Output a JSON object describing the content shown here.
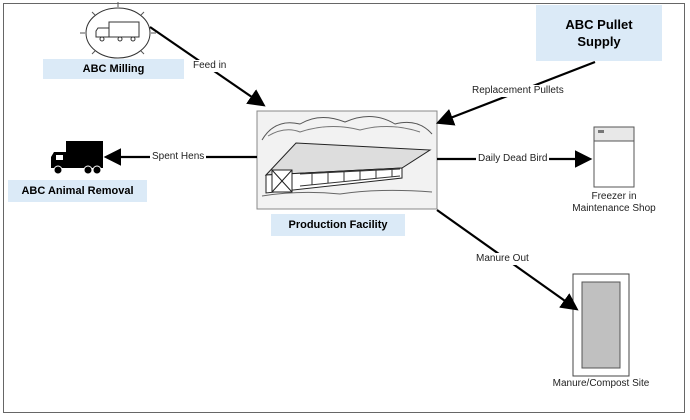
{
  "nodes": {
    "milling": "ABC Milling",
    "pullet_supply": "ABC Pullet Supply",
    "animal_removal": "ABC Animal Removal",
    "production": "Production Facility",
    "freezer": "Freezer in Maintenance Shop",
    "manure_site": "Manure/Compost Site"
  },
  "edges": {
    "feed_in": "Feed in",
    "replacement_pullets": "Replacement Pullets",
    "spent_hens": "Spent Hens",
    "daily_dead_bird": "Daily Dead Bird",
    "manure_out": "Manure Out"
  },
  "colors": {
    "label_fill": "#dbeaf7",
    "line": "#000000"
  }
}
